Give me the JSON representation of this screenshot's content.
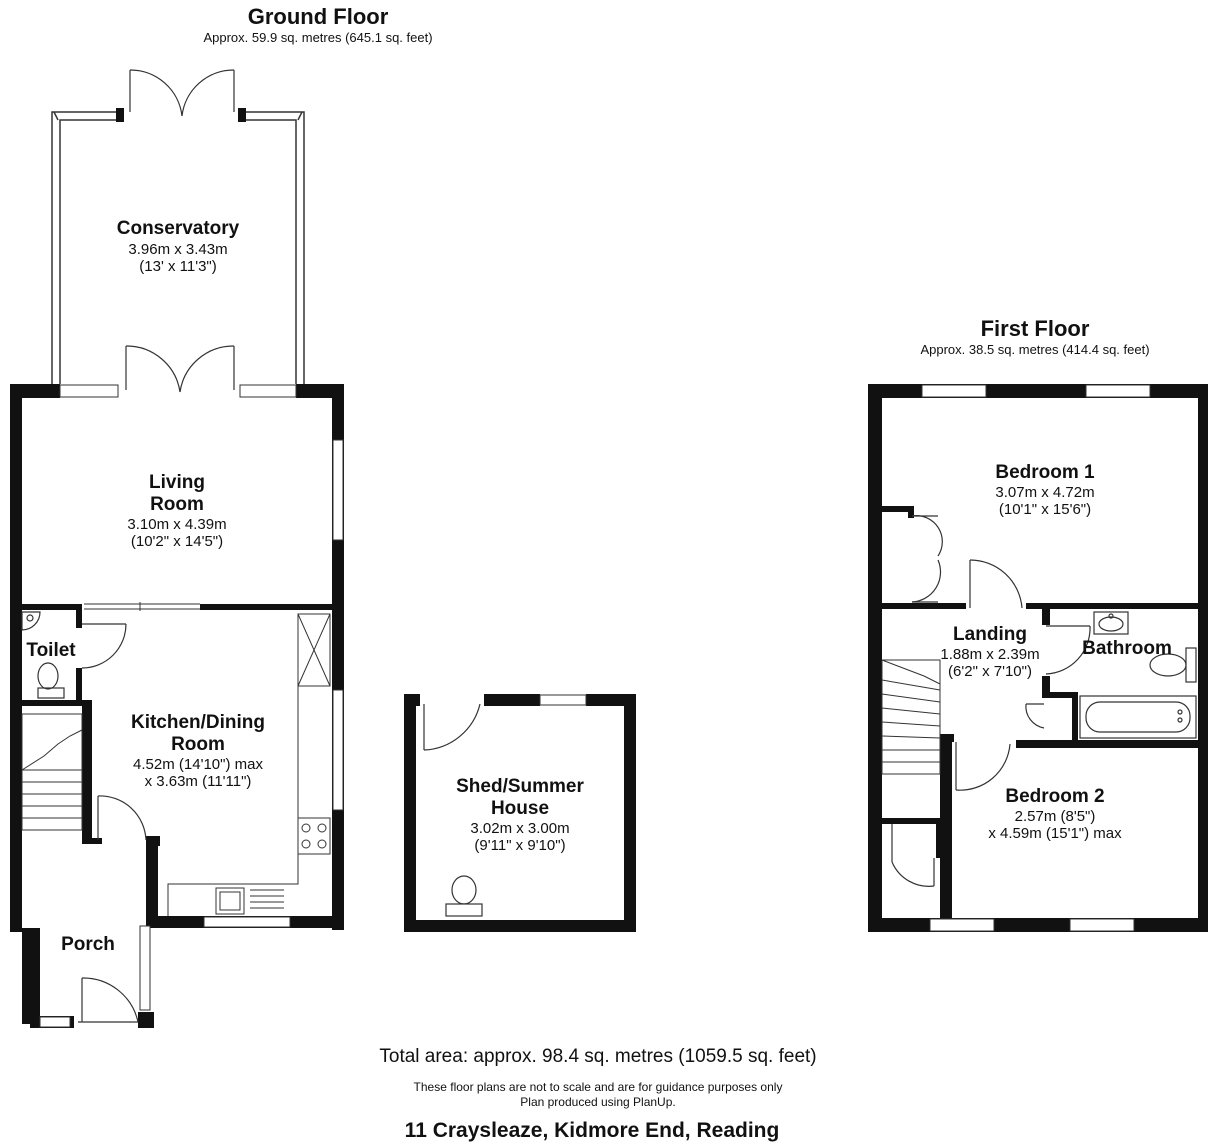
{
  "ground_floor": {
    "title": "Ground Floor",
    "area": "Approx. 59.9 sq. metres (645.1 sq. feet)",
    "rooms": {
      "conservatory": {
        "name": "Conservatory",
        "dim_m": "3.96m x 3.43m",
        "dim_ft": "(13' x 11'3\")"
      },
      "living": {
        "name_1": "Living",
        "name_2": "Room",
        "dim_m": "3.10m x 4.39m",
        "dim_ft": "(10'2\" x 14'5\")"
      },
      "toilet": {
        "name": "Toilet"
      },
      "kitchen": {
        "name_1": "Kitchen/Dining",
        "name_2": "Room",
        "dim_m": "4.52m (14'10\") max",
        "dim_ft": "x 3.63m (11'11\")"
      },
      "porch": {
        "name": "Porch"
      }
    }
  },
  "shed": {
    "name_1": "Shed/Summer",
    "name_2": "House",
    "dim_m": "3.02m x 3.00m",
    "dim_ft": "(9'11\" x 9'10\")"
  },
  "first_floor": {
    "title": "First Floor",
    "area": "Approx. 38.5 sq. metres (414.4 sq. feet)",
    "rooms": {
      "bedroom1": {
        "name": "Bedroom 1",
        "dim_m": "3.07m x 4.72m",
        "dim_ft": "(10'1\" x 15'6\")"
      },
      "landing": {
        "name": "Landing",
        "dim_m": "1.88m x 2.39m",
        "dim_ft": "(6'2\" x 7'10\")"
      },
      "bathroom": {
        "name": "Bathroom"
      },
      "bedroom2": {
        "name": "Bedroom 2",
        "dim_m": "2.57m (8'5\")",
        "dim_ft": "x 4.59m (15'1\") max"
      }
    }
  },
  "footer": {
    "total": "Total area: approx. 98.4 sq. metres (1059.5 sq. feet)",
    "disclaimer_1": "These floor plans are not to scale and are for guidance purposes only",
    "disclaimer_2": "Plan produced using PlanUp.",
    "address": "11 Craysleaze, Kidmore End, Reading"
  },
  "colors": {
    "wall": "#111111",
    "glazing": "#ffffff",
    "fixture_line": "#333333",
    "background": "#ffffff"
  }
}
